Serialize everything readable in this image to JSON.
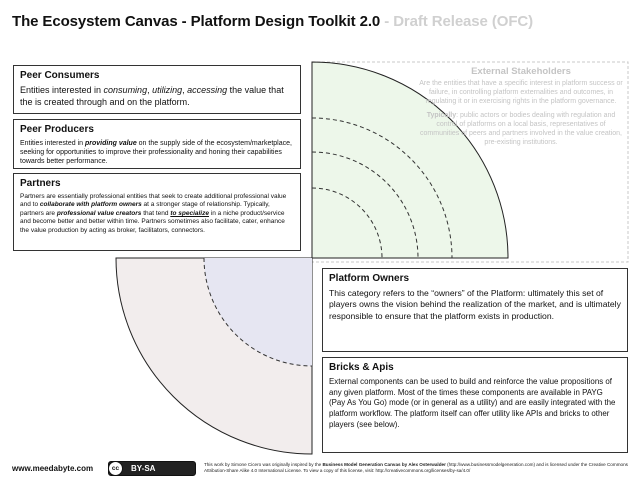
{
  "header": {
    "title": "The Ecosystem Canvas - Platform Design Toolkit 2.0",
    "subtitle": " - Draft Release (OFC)"
  },
  "peer_consumers": {
    "title": "Peer Consumers",
    "text_1": "Entities interested in ",
    "em_1": "consuming",
    "text_2": ", ",
    "em_2": "utilizing",
    "text_3": ", ",
    "em_3": "accessing",
    "text_4": " the value that the is created through and on the platform."
  },
  "peer_producers": {
    "title": "Peer Producers",
    "text_1": "Entities interested in ",
    "em_1": "providing value",
    "text_2": " on the supply side of the ecosystem/marketplace, seeking for opportunities to improve their professionality and honing their capabilities towards better performance."
  },
  "partners": {
    "title": "Partners",
    "text_1": "Partners are essentially professional entities that seek to create additional professional value and to ",
    "em_1": "collaborate with platform owners",
    "text_2": " at a stronger stage of relationship. Typically, partners are ",
    "em_2": "professional value creators",
    "text_3": " that tend ",
    "em_3": "to specialize",
    "text_4": " in a niche product/service and become better and better within time. Partners sometimes also facilitate, cater, enhance the value production by acting as broker, facilitators, connectors."
  },
  "external_stakeholders": {
    "title": "External Stakeholders",
    "text_1": "Are the entities that have a specific interest in platform success or failure, in controlling platform externalities and outcomes, in regulating it or in exercising rights in the platform governance.",
    "label_2": "Typically",
    "text_2": ": public actors or bodies dealing with regulation and control of platforms on a local basis, representatives of communities of peers and partners involved in the value creation, pre-existing institutions."
  },
  "platform_owners": {
    "title": "Platform Owners",
    "text": "This category refers to the “owners” of the Platform: ultimately this set of players owns the vision behind the realization of the market, and is ultimately responsible to ensure that the platform exists in production."
  },
  "bricks_apis": {
    "title": "Bricks & Apis",
    "text": "External components can be used to build and reinforce the value propositions of any given platform. Most of the times these components are available in PAYG (Pay As You Go) mode (or in general as a utility) and are easily integrated with the platform workflow. The platform itself can offer utility like APIs and bricks to other players (see below)."
  },
  "footer": {
    "site": "www.meedabyte.com",
    "cc_badge": "cc",
    "cc_label": "BY-SA",
    "license_1": "This work by Simone Cicero was originally inspired by the ",
    "license_b1": "Business Model Generation Canvas by Alex Osterwalder",
    "license_2": " (http://www.businessmodelgeneration.com) and is licensed under the Creative Commons Attribution-Share Alike 4.0 International License. To view a copy of this license, visit: http://creativecommons.org/licenses/by-sa/4.0/"
  },
  "colors": {
    "green_fill": "#edf7ea",
    "lavender_fill": "#e6e6f2",
    "pink_fill": "#f2eded",
    "ext_text": "#c4c4c4",
    "ext_border": "#c8c8c8"
  }
}
